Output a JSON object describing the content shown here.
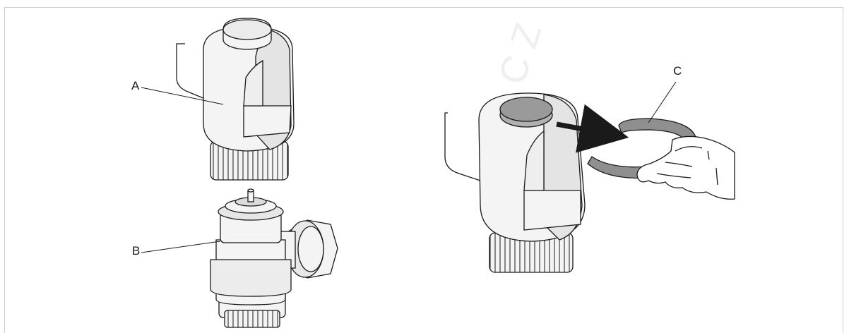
{
  "labels": {
    "a": "A",
    "b": "B",
    "c": "C"
  },
  "watermark": "C Z",
  "colors": {
    "line": "#1a1a1a",
    "body_fill": "#f4f4f4",
    "shadow_fill": "#e2e2e2",
    "button_fill": "#9a9a9a",
    "clip_fill": "#8f8f8f",
    "border": "#cfcfcf"
  },
  "icons": [
    "thermostatic-actuator",
    "valve-body",
    "adapter-clip",
    "hand",
    "arrow-right"
  ]
}
